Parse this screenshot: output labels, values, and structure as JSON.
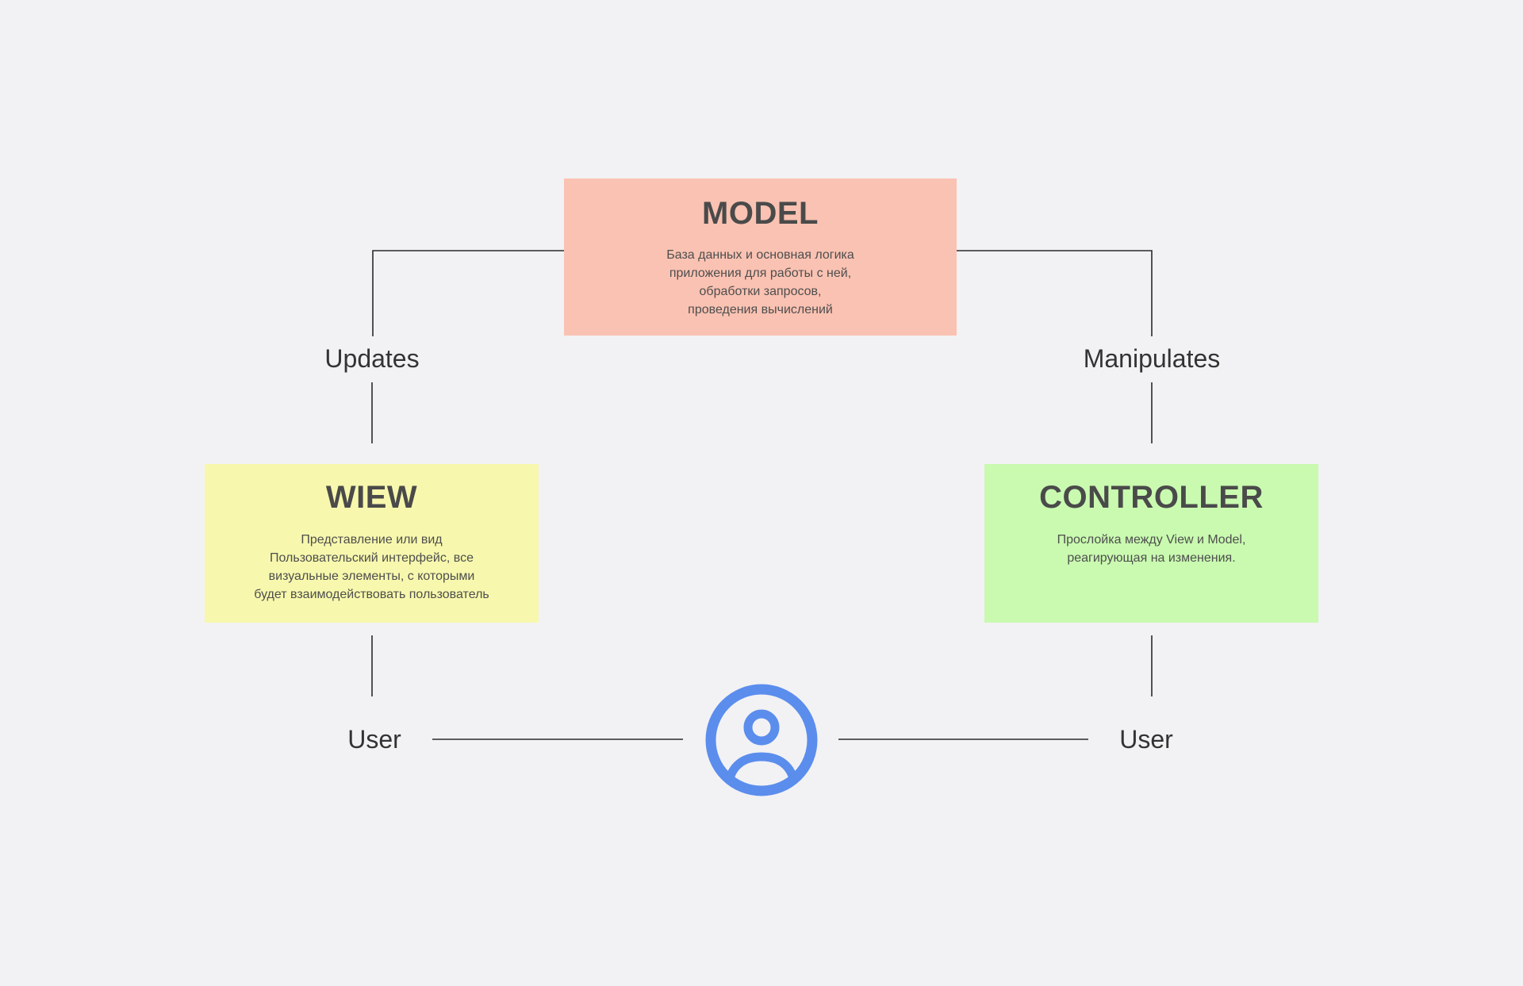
{
  "model": {
    "title": "MODEL",
    "lines": [
      "База данных и основная логика",
      "приложения для работы с ней,",
      "обработки запросов,",
      "проведения вычислений"
    ],
    "color": "#fac2b2"
  },
  "view": {
    "title": "WIEW",
    "lines": [
      "Представление или вид",
      "Пользовательский интерфейс, все",
      "визуальные элементы, с которыми",
      "будет взаимодействовать пользователь"
    ],
    "color": "#f7f8ad"
  },
  "controller": {
    "title": "CONTROLLER",
    "lines": [
      "Прослойка между View и Model,",
      "реагирующая на изменения."
    ],
    "color": "#c9fab0"
  },
  "labels": {
    "updates": "Updates",
    "manipulates": "Manipulates",
    "user_left": "User",
    "user_right": "User"
  },
  "avatar": {
    "icon": "user-circle-icon",
    "color": "#5b8ded"
  }
}
